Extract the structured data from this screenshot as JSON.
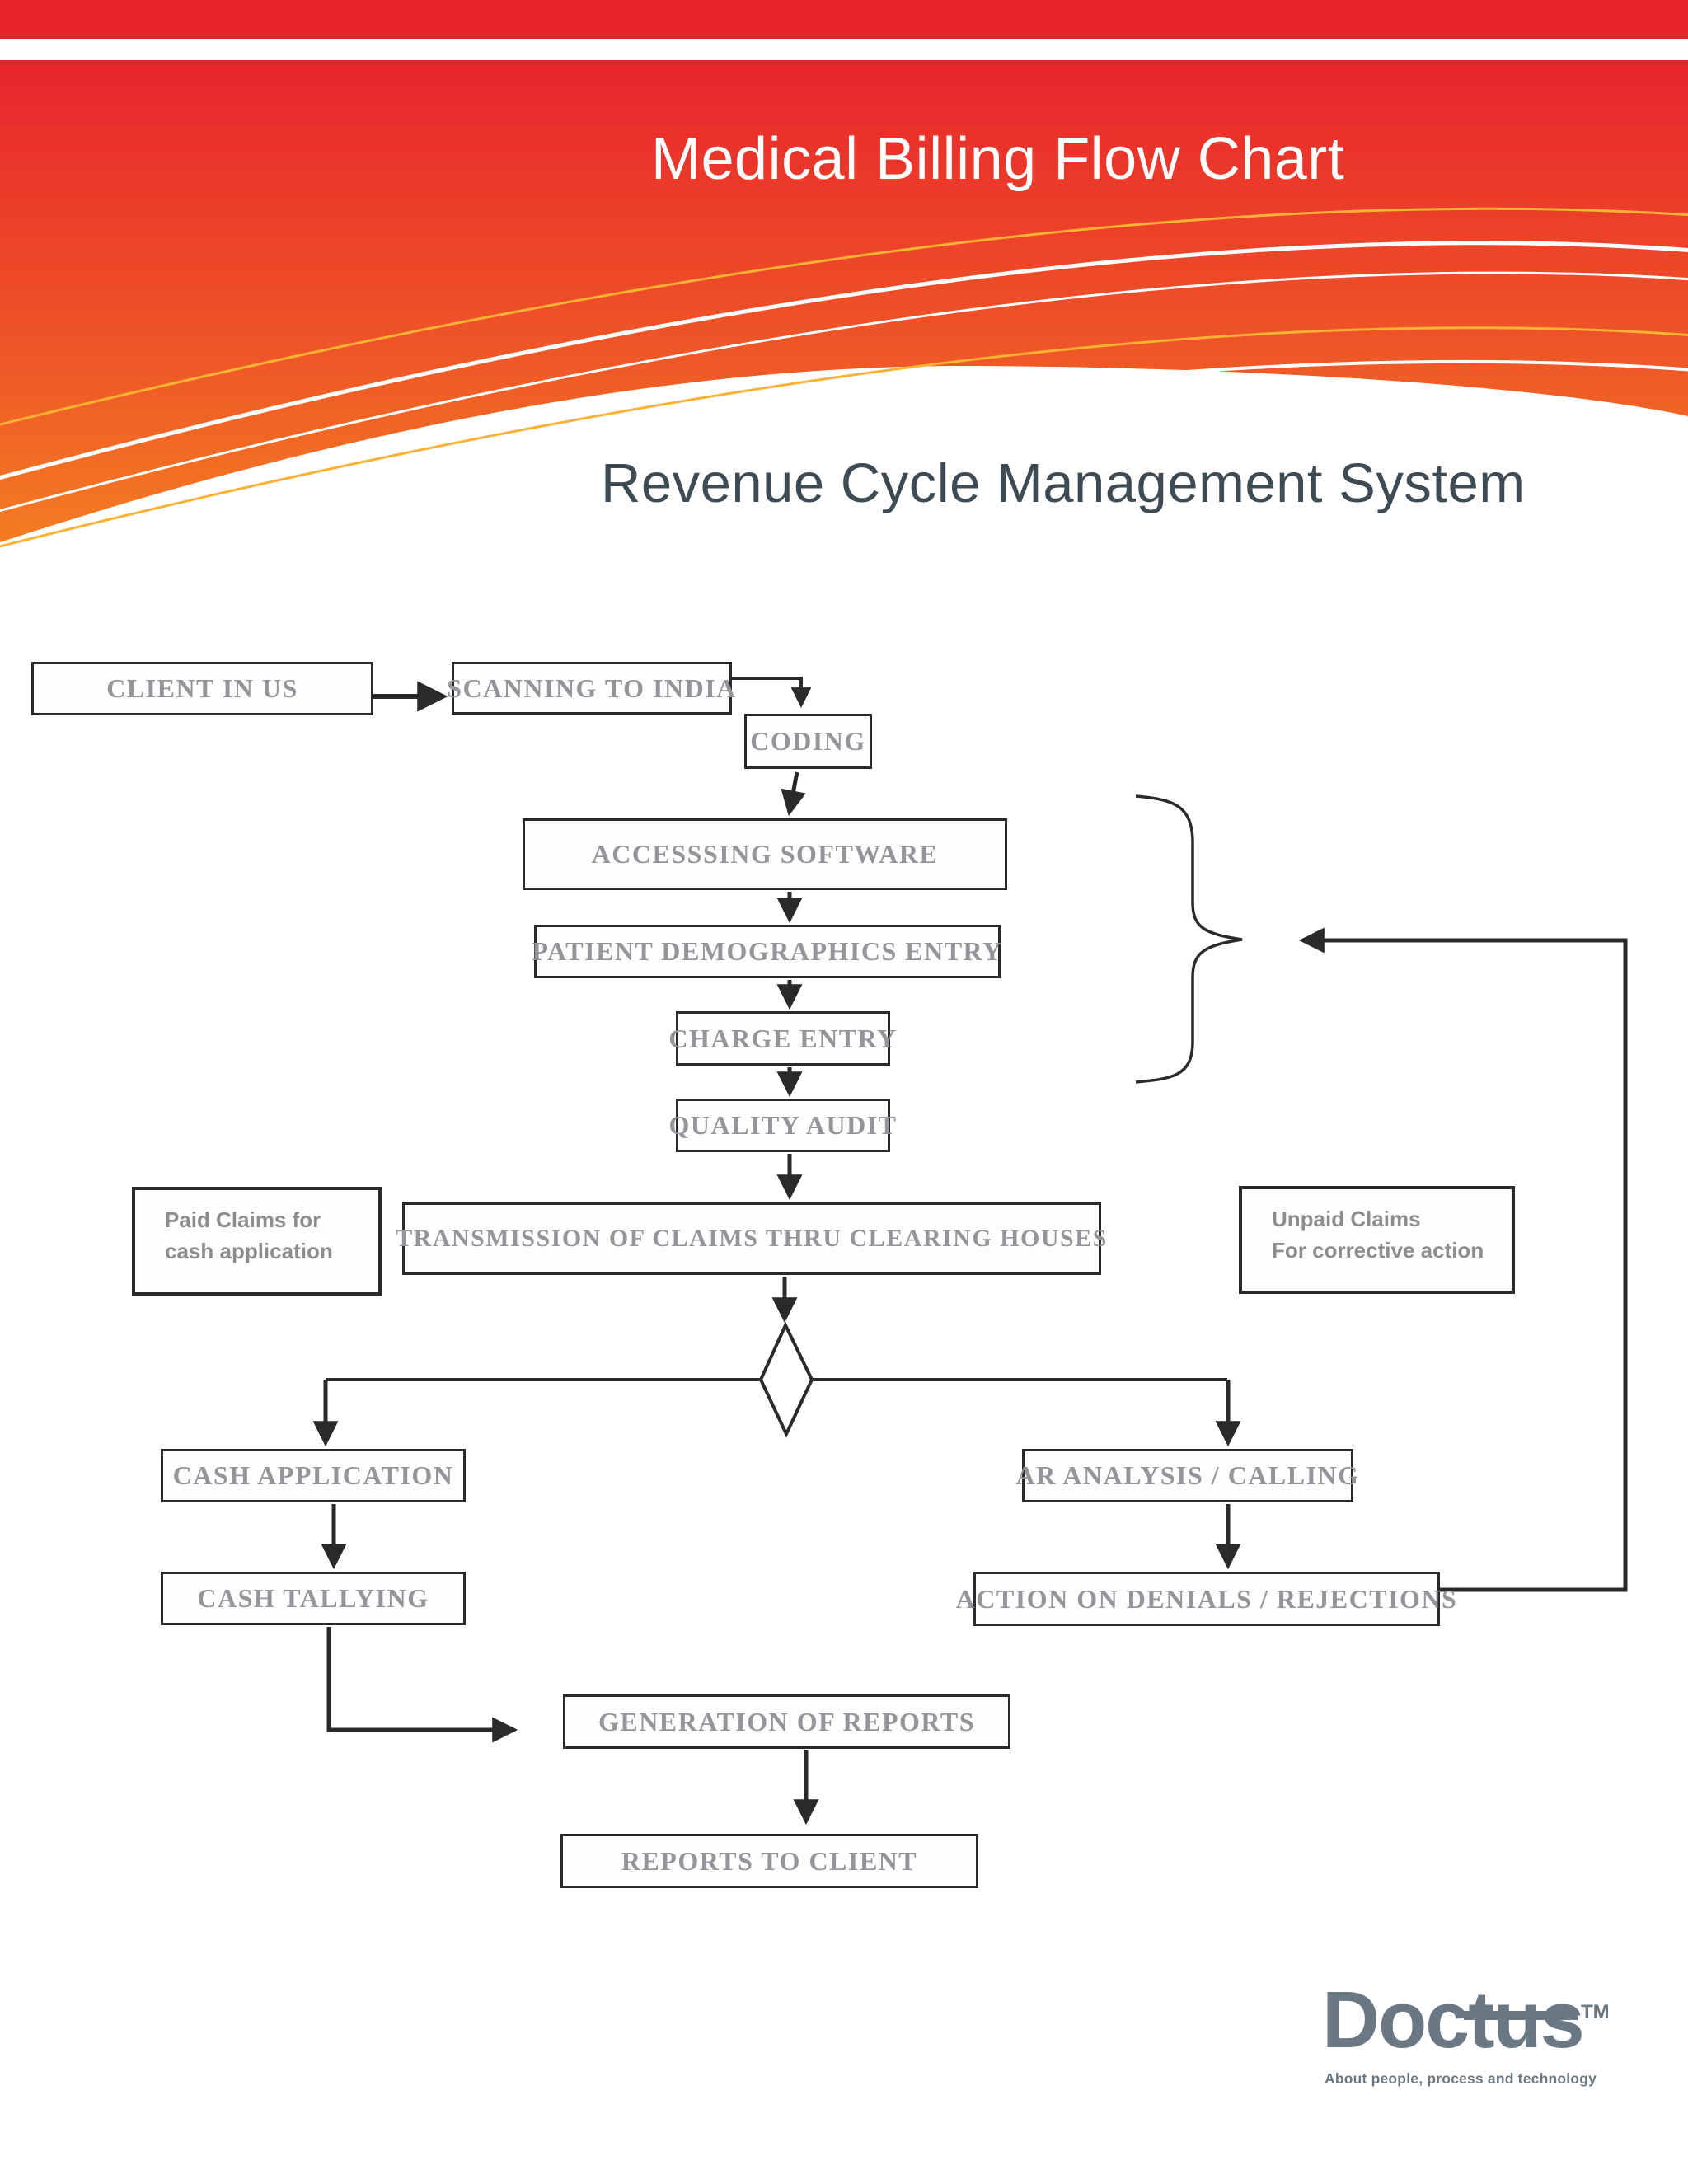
{
  "header": {
    "title": "Medical Billing Flow Chart",
    "subtitle": "Revenue Cycle Management System",
    "colors": {
      "top_bar": "#e9252c",
      "gradient_top": "#e8252c",
      "gradient_bottom": "#f58321",
      "swoosh_yellow": "#f9b233",
      "swoosh_white": "#ffffff",
      "title_text": "#ffffff",
      "subtitle_text": "#3d4b54"
    }
  },
  "flowchart": {
    "line_color": "#2b2a2a",
    "label_color": "#94949a",
    "nodes": {
      "client_in_us": "CLIENT IN US",
      "scanning_to_india": "SCANNING TO INDIA",
      "coding": "CODING",
      "accessing_software": "ACCESSSING SOFTWARE",
      "patient_demographics": "PATIENT DEMOGRAPHICS ENTRY",
      "charge_entry": "CHARGE ENTRY",
      "quality_audit": "QUALITY AUDIT",
      "transmission": "TRANSMISSION OF CLAIMS THRU CLEARING HOUSES",
      "cash_application": "CASH APPLICATION",
      "cash_tallying": "CASH TALLYING",
      "ar_analysis": "AR ANALYSIS / CALLING",
      "action_denials": "ACTION ON DENIALS / REJECTIONS",
      "generation_reports": "GENERATION OF REPORTS",
      "reports_client": "REPORTS TO CLIENT"
    },
    "notes": {
      "paid_claims": {
        "line1": "Paid Claims for",
        "line2": "cash application"
      },
      "unpaid_claims": {
        "line1": "Unpaid Claims",
        "line2": "For corrective action"
      }
    }
  },
  "logo": {
    "wordmark": "Doctus",
    "trademark": "TM",
    "tagline": "About people, process and technology",
    "color": "#6a7883"
  }
}
